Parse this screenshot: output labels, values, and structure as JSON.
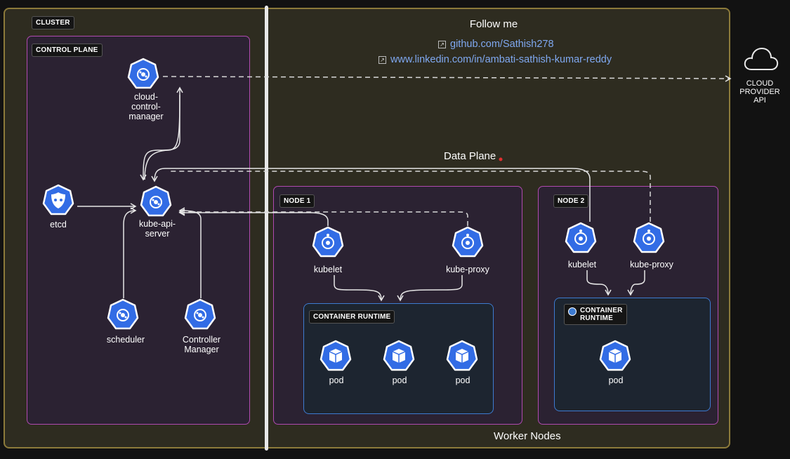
{
  "cluster_label": "CLUSTER",
  "control_plane": {
    "label": "CONTROL PLANE",
    "components": {
      "ccm": "cloud-\ncontrol-\nmanager",
      "apiserver": "kube-api-\nserver",
      "etcd": "etcd",
      "scheduler": "scheduler",
      "controller": "Controller\nManager"
    }
  },
  "follow": {
    "title": "Follow me",
    "links": [
      "github.com/Sathish278",
      "www.linkedin.com/in/ambati-sathish-kumar-reddy"
    ]
  },
  "cloud": {
    "label": "CLOUD\nPROVIDER\nAPI",
    "icon": "cloud-icon"
  },
  "data_plane_title": "Data Plane",
  "worker_nodes_title": "Worker Nodes",
  "node1": {
    "label": "NODE 1",
    "kubelet": "kubelet",
    "proxy": "kube-proxy",
    "runtime": "CONTAINER RUNTIME",
    "pods": [
      "pod",
      "pod",
      "pod"
    ]
  },
  "node2": {
    "label": "NODE 2",
    "kubelet": "kubelet",
    "proxy": "kube-proxy",
    "runtime": "CONTAINER\nRUNTIME",
    "pods": [
      "pod"
    ]
  },
  "colors": {
    "k8s_blue": "#326ce5",
    "panel_border": "#b04ab0",
    "runtime_border": "#3d7bd1",
    "link": "#7fa8f0"
  }
}
